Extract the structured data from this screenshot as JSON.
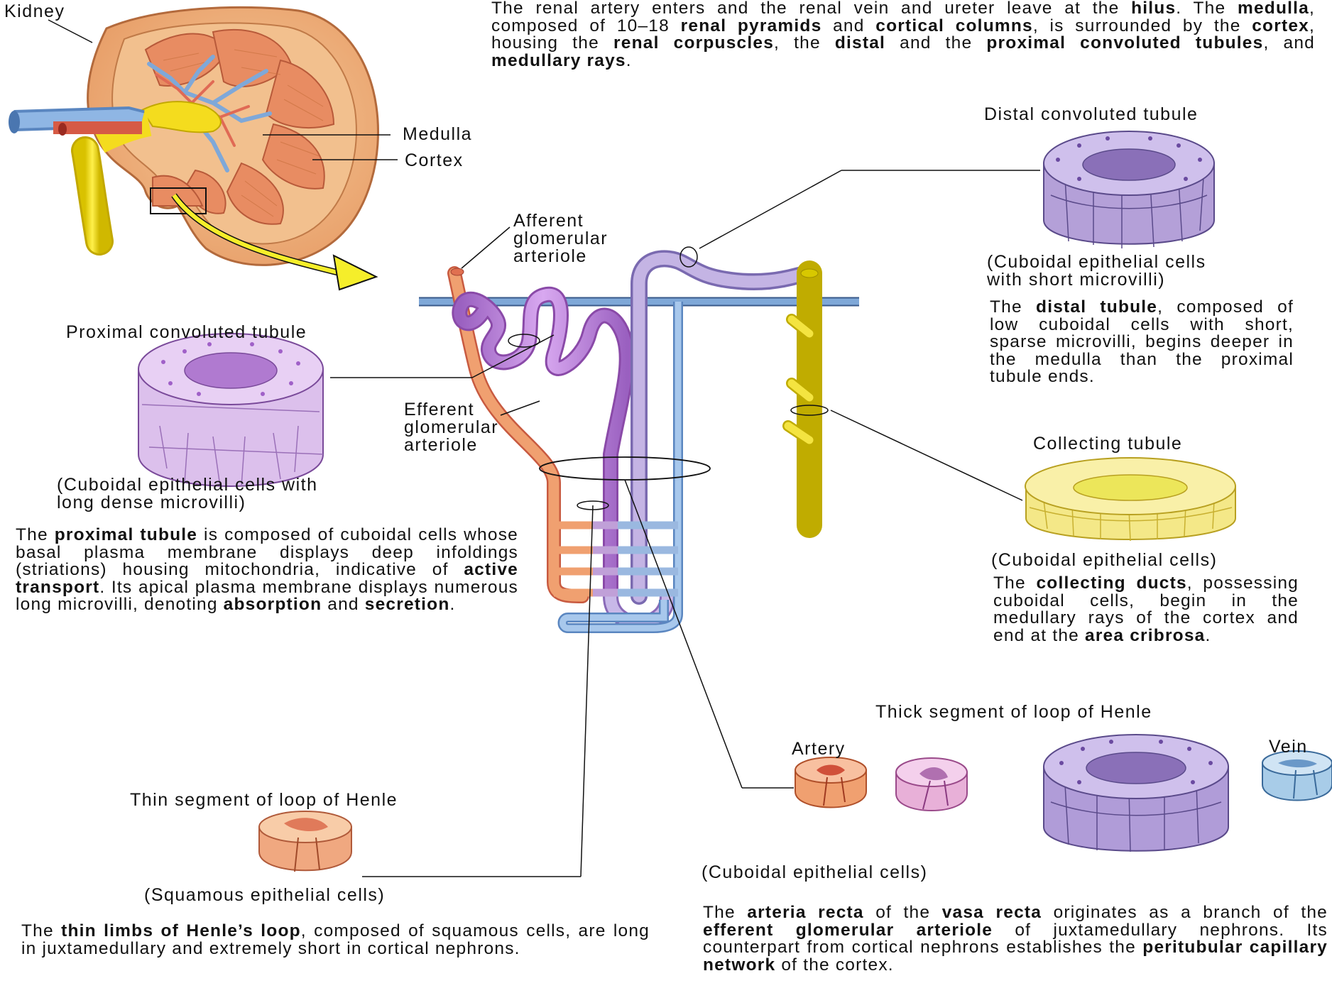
{
  "labels": {
    "kidney": "Kidney",
    "medulla": "Medulla",
    "cortex": "Cortex",
    "afferent": [
      "Afferent",
      "glomerular",
      "arteriole"
    ],
    "efferent": [
      "Efferent",
      "glomerular",
      "arteriole"
    ],
    "proximal_title": "Proximal convoluted tubule",
    "proximal_caption": [
      "(Cuboidal epithelial cells with",
      "long dense microvilli)"
    ],
    "distal_title": "Distal convoluted tubule",
    "distal_caption": [
      "(Cuboidal epithelial cells",
      "with short microvilli)"
    ],
    "collecting_title": "Collecting tubule",
    "collecting_caption": "(Cuboidal epithelial cells)",
    "thick_title": "Thick segment of loop of Henle",
    "artery": "Artery",
    "vein": "Vein",
    "thick_caption": "(Cuboidal epithelial cells)",
    "thin_title": "Thin segment of loop of Henle",
    "thin_caption": "(Squamous epithelial cells)"
  },
  "paragraphs": {
    "intro": [
      {
        "t": "The renal artery enters and the renal vein and ureter leave at the "
      },
      {
        "t": "hilus",
        "b": true
      },
      {
        "t": ". The "
      },
      {
        "t": "medulla",
        "b": true
      },
      {
        "t": ", composed of 10–18 "
      },
      {
        "t": "renal pyramids",
        "b": true
      },
      {
        "t": " and "
      },
      {
        "t": "cortical columns",
        "b": true
      },
      {
        "t": ", is surrounded by the "
      },
      {
        "t": "cortex",
        "b": true
      },
      {
        "t": ", housing the "
      },
      {
        "t": "renal corpuscles",
        "b": true
      },
      {
        "t": ", the "
      },
      {
        "t": "distal",
        "b": true
      },
      {
        "t": " and the "
      },
      {
        "t": "proximal convoluted tubules",
        "b": true
      },
      {
        "t": ", and "
      },
      {
        "t": "medullary rays",
        "b": true
      },
      {
        "t": "."
      }
    ],
    "distal": [
      {
        "t": "The "
      },
      {
        "t": "distal tubule",
        "b": true
      },
      {
        "t": ", composed of low cuboidal cells with short, sparse microvilli, begins deeper in the medulla than the proximal tubule ends."
      }
    ],
    "collecting": [
      {
        "t": "The "
      },
      {
        "t": "collecting ducts",
        "b": true
      },
      {
        "t": ", possessing cuboidal cells, begin in the medullary rays of the cortex and end at the "
      },
      {
        "t": "area cribrosa",
        "b": true
      },
      {
        "t": "."
      }
    ],
    "proximal": [
      {
        "t": "The "
      },
      {
        "t": "proximal tubule",
        "b": true
      },
      {
        "t": " is composed of cuboidal cells whose basal plasma membrane displays deep infoldings (striations) housing mitochondria, indicative of "
      },
      {
        "t": "active transport",
        "b": true
      },
      {
        "t": ". Its apical plasma membrane displays numerous long microvilli, denoting "
      },
      {
        "t": "absorption",
        "b": true
      },
      {
        "t": " and "
      },
      {
        "t": "secretion",
        "b": true
      },
      {
        "t": "."
      }
    ],
    "thin": [
      {
        "t": "The "
      },
      {
        "t": "thin limbs of Henle’s loop",
        "b": true
      },
      {
        "t": ", composed of squamous cells, are long in juxtamedullary and extremely short in cortical nephrons."
      }
    ],
    "arteria": [
      {
        "t": "The "
      },
      {
        "t": "arteria recta",
        "b": true
      },
      {
        "t": " of the "
      },
      {
        "t": "vasa recta",
        "b": true
      },
      {
        "t": " originates as a branch of the "
      },
      {
        "t": "efferent glomerular arteriole",
        "b": true
      },
      {
        "t": " of juxtamedullary nephrons. Its counterpart from cortical nephrons establishes the "
      },
      {
        "t": "peritubular capillary network",
        "b": true
      },
      {
        "t": " of the cortex."
      }
    ]
  },
  "colors": {
    "kidney_cortex": "#f0b784",
    "pyramid": "#e98f66",
    "ureter_yellow": "#f4dc1e",
    "vein_blue": "#7fa8d8",
    "artery_red": "#e06a55",
    "arteriole_orange": "#f0a070",
    "tubule_purple": "#b07ad0",
    "collecting_yellow": "#ece65a",
    "arrow_yellow": "#f5ee2a"
  }
}
